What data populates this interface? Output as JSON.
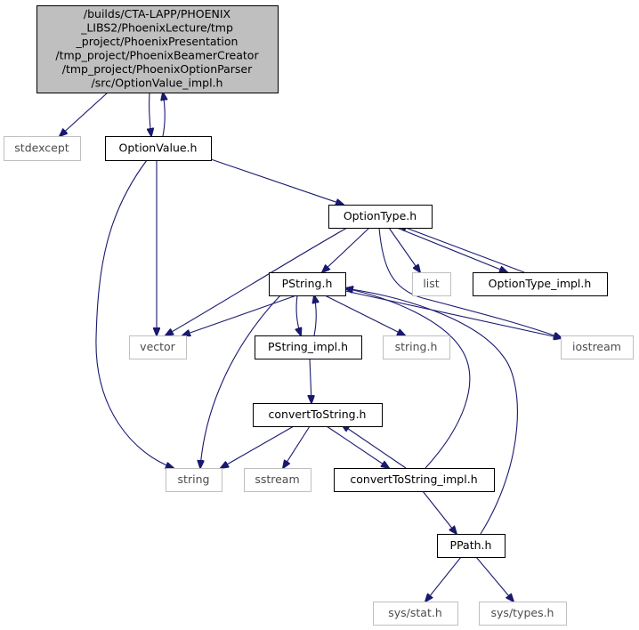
{
  "colors": {
    "edge": "#191970",
    "root_fill": "#bfbfbf",
    "node_border": "#000000",
    "external_border": "#bfbfbf",
    "external_text": "#4d4d4d"
  },
  "nodes": [
    {
      "id": "root",
      "kind": "root",
      "lines": [
        "/builds/CTA-LAPP/PHOENIX",
        "_LIBS2/PhoenixLecture/tmp",
        "_project/PhoenixPresentation",
        "/tmp_project/PhoenixBeamerCreator",
        "/tmp_project/PhoenixOptionParser",
        "/src/OptionValue_impl.h"
      ]
    },
    {
      "id": "stdexcept",
      "kind": "external",
      "lines": [
        "stdexcept"
      ]
    },
    {
      "id": "optionvalue",
      "kind": "file",
      "lines": [
        "OptionValue.h"
      ]
    },
    {
      "id": "optiontype",
      "kind": "file",
      "lines": [
        "OptionType.h"
      ]
    },
    {
      "id": "pstring",
      "kind": "file",
      "lines": [
        "PString.h"
      ]
    },
    {
      "id": "list",
      "kind": "external",
      "lines": [
        "list"
      ]
    },
    {
      "id": "optiontype_impl",
      "kind": "file",
      "lines": [
        "OptionType_impl.h"
      ]
    },
    {
      "id": "vector",
      "kind": "external",
      "lines": [
        "vector"
      ]
    },
    {
      "id": "pstring_impl",
      "kind": "file",
      "lines": [
        "PString_impl.h"
      ]
    },
    {
      "id": "string_h",
      "kind": "external",
      "lines": [
        "string.h"
      ]
    },
    {
      "id": "iostream",
      "kind": "external",
      "lines": [
        "iostream"
      ]
    },
    {
      "id": "converttostring",
      "kind": "file",
      "lines": [
        "convertToString.h"
      ]
    },
    {
      "id": "string",
      "kind": "external",
      "lines": [
        "string"
      ]
    },
    {
      "id": "sstream",
      "kind": "external",
      "lines": [
        "sstream"
      ]
    },
    {
      "id": "converttostring_impl",
      "kind": "file",
      "lines": [
        "convertToString_impl.h"
      ]
    },
    {
      "id": "ppath",
      "kind": "file",
      "lines": [
        "PPath.h"
      ]
    },
    {
      "id": "sys_stat",
      "kind": "external",
      "lines": [
        "sys/stat.h"
      ]
    },
    {
      "id": "sys_types",
      "kind": "external",
      "lines": [
        "sys/types.h"
      ]
    }
  ],
  "edges": [
    [
      "root",
      "stdexcept"
    ],
    [
      "root",
      "optionvalue"
    ],
    [
      "optionvalue",
      "root"
    ],
    [
      "optionvalue",
      "optiontype"
    ],
    [
      "optionvalue",
      "vector"
    ],
    [
      "optionvalue",
      "string"
    ],
    [
      "optiontype",
      "pstring"
    ],
    [
      "optiontype",
      "list"
    ],
    [
      "optiontype",
      "optiontype_impl"
    ],
    [
      "optiontype_impl",
      "optiontype"
    ],
    [
      "optiontype",
      "vector"
    ],
    [
      "optiontype",
      "iostream"
    ],
    [
      "pstring",
      "vector"
    ],
    [
      "pstring",
      "string"
    ],
    [
      "pstring",
      "pstring_impl"
    ],
    [
      "pstring_impl",
      "pstring"
    ],
    [
      "pstring",
      "string_h"
    ],
    [
      "pstring",
      "iostream"
    ],
    [
      "pstring_impl",
      "converttostring"
    ],
    [
      "converttostring",
      "string"
    ],
    [
      "converttostring",
      "sstream"
    ],
    [
      "converttostring",
      "converttostring_impl"
    ],
    [
      "converttostring_impl",
      "converttostring"
    ],
    [
      "converttostring_impl",
      "pstring"
    ],
    [
      "converttostring_impl",
      "ppath"
    ],
    [
      "ppath",
      "pstring"
    ],
    [
      "ppath",
      "sys_stat"
    ],
    [
      "ppath",
      "sys_types"
    ]
  ]
}
